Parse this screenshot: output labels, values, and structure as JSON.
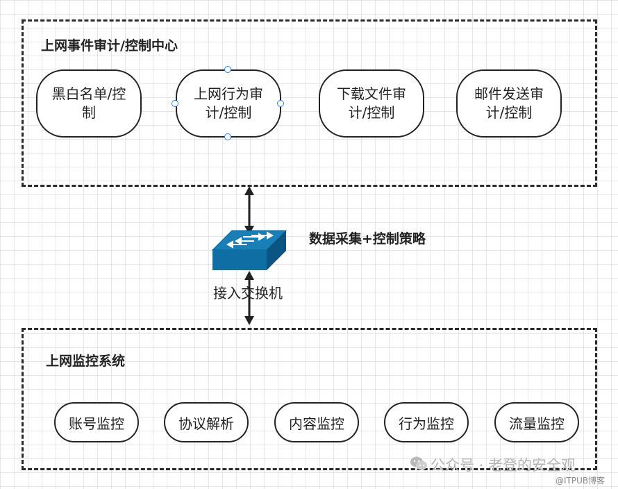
{
  "top_group": {
    "title": "上网事件审计/控制中心",
    "nodes": [
      {
        "line1": "黑白名单/控",
        "line2": "制"
      },
      {
        "line1": "上网行为审",
        "line2": "计/控制"
      },
      {
        "line1": "下载文件审",
        "line2": "计/控制"
      },
      {
        "line1": "邮件发送审",
        "line2": "计/控制"
      }
    ]
  },
  "middle": {
    "edge_label": "数据采集+控制策略",
    "switch_label": "接入交换机"
  },
  "bottom_group": {
    "title": "上网监控系统",
    "items": [
      "账号监控",
      "协议解析",
      "内容监控",
      "行为监控",
      "流量监控"
    ]
  },
  "watermark": {
    "text": "公众号 · 老登的安全观",
    "site": "@ITPUB博客"
  },
  "colors": {
    "switch_fill": "#0f6ea3",
    "switch_top": "#1b7fb7",
    "selection_handle": "#2b7de9",
    "border": "#2a2a2a"
  }
}
